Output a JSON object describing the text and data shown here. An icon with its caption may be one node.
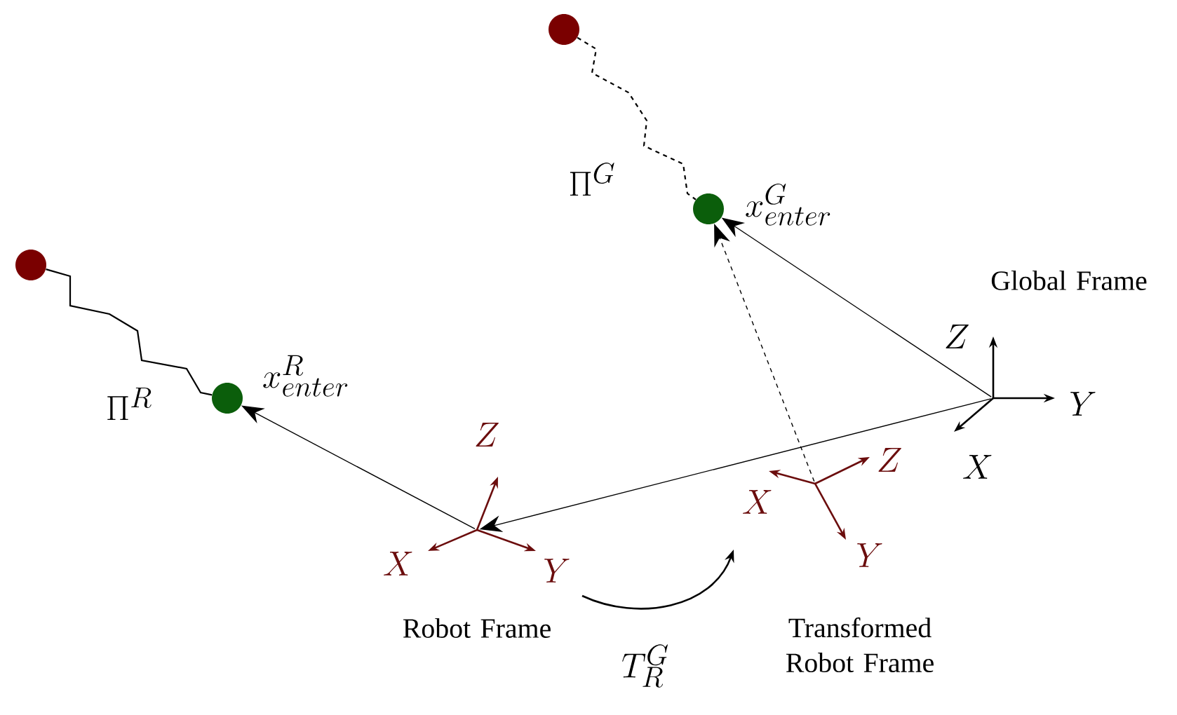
{
  "diagram": {
    "nodes": [
      {
        "text": [],
        "shape": "circle"
      },
      {
        "text": [],
        "shape": "circle",
        "beside": [
          "x^{R}_{enter}"
        ]
      },
      {
        "text": [],
        "shape": "circle"
      },
      {
        "text": [],
        "shape": "circle",
        "beside": [
          "x^{G}_{enter}"
        ]
      },
      {
        "text": [],
        "shape": "picture",
        "beside": [
          "Robot Frame"
        ]
      },
      {
        "text": [],
        "shape": "picture",
        "beside": [
          "Transformed Robot Frame"
        ]
      },
      {
        "text": [],
        "shape": "picture",
        "beside": [
          "Global Frame"
        ]
      }
    ],
    "edges": [
      {
        "from": 0,
        "to": 1,
        "arrow": "none",
        "label": "\\Pi^{R}"
      },
      {
        "from": 2,
        "to": 3,
        "arrow": "none",
        "label": "\\Pi^{G}",
        "style": "dashed"
      },
      {
        "from": 4,
        "to": 1,
        "arrow": "to"
      },
      {
        "from": 6,
        "to": 4,
        "arrow": "to"
      },
      {
        "from": 6,
        "to": 3,
        "arrow": "to"
      },
      {
        "from": 5,
        "to": 3,
        "arrow": "to",
        "style": "dashed"
      },
      {
        "from": 4,
        "to": 5,
        "arrow": "to",
        "label": "T_{R}^{G}"
      }
    ],
    "labels": [
      "Z",
      "X",
      "Y",
      "Z",
      "X",
      "Y",
      "Z",
      "Y",
      "X"
    ]
  }
}
